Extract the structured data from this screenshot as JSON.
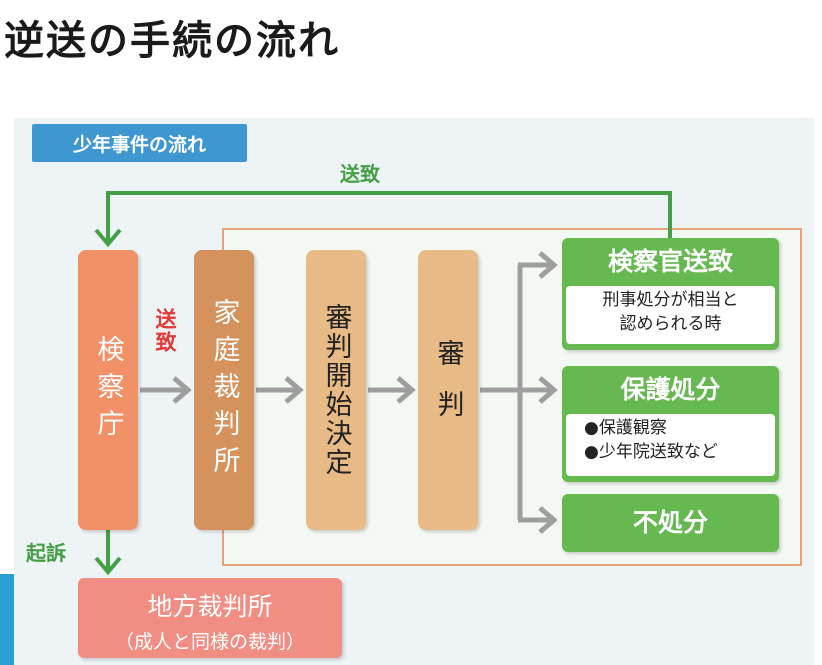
{
  "title": "逆送の手続の流れ",
  "tag": "少年事件の流れ",
  "label_top": "送致",
  "label_red": "送致",
  "label_kiso": "起訴",
  "columns": {
    "kensatsu": "検察庁",
    "katei": "家庭裁判所",
    "kaishi": "審判開始決定",
    "shinpan": "審判"
  },
  "outcomes": {
    "kensatsukan": {
      "title": "検察官送致",
      "lines": [
        "刑事処分が相当と",
        "認められる時"
      ]
    },
    "hogo": {
      "title": "保護処分",
      "lines": [
        "●保護観察",
        "●少年院送致など"
      ]
    },
    "fusho": {
      "title": "不処分"
    }
  },
  "court": {
    "line1": "地方裁判所",
    "line2": "（成人と同様の裁判）"
  },
  "colors": {
    "green": "#66b850",
    "grey_arrow": "#9e9e9e",
    "red_label": "#e53935",
    "blue_tag": "#3f97d2"
  }
}
